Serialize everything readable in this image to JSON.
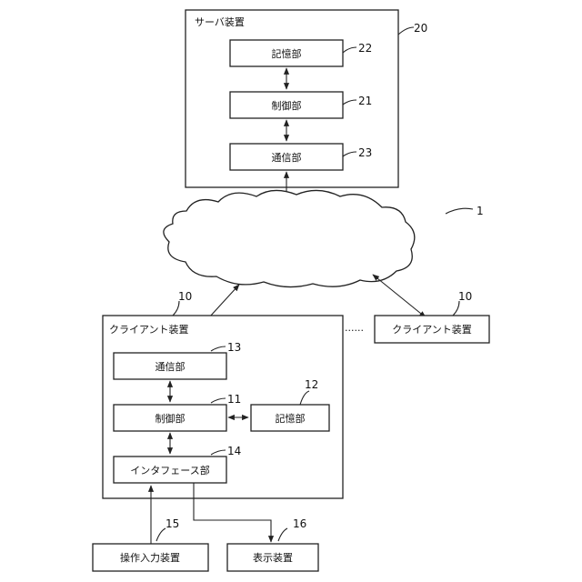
{
  "server": {
    "title": "サーバ装置",
    "ref": "20",
    "storage": {
      "label": "記憶部",
      "ref": "22"
    },
    "control": {
      "label": "制御部",
      "ref": "21"
    },
    "comm": {
      "label": "通信部",
      "ref": "23"
    }
  },
  "system_ref": "1",
  "client": {
    "title": "クライアント装置",
    "ref": "10",
    "comm": {
      "label": "通信部",
      "ref": "13"
    },
    "control": {
      "label": "制御部",
      "ref": "11"
    },
    "storage": {
      "label": "記憶部",
      "ref": "12"
    },
    "interface": {
      "label": "インタフェース部",
      "ref": "14"
    }
  },
  "other_client": {
    "label": "クライアント装置",
    "ref": "10"
  },
  "ellipsis": "······",
  "input_device": {
    "label": "操作入力装置",
    "ref": "15"
  },
  "display_device": {
    "label": "表示装置",
    "ref": "16"
  }
}
